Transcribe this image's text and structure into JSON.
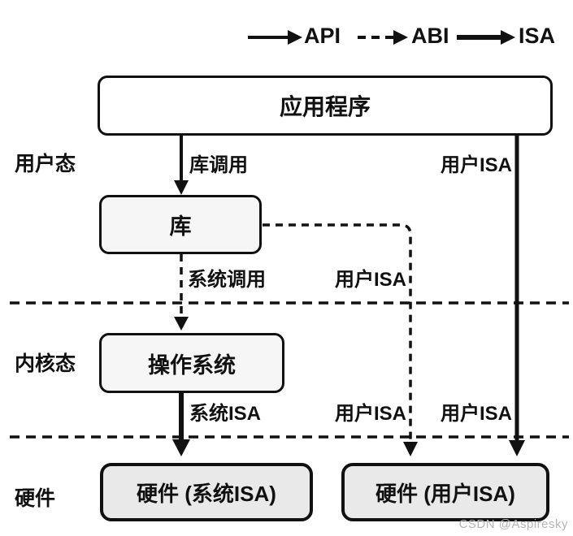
{
  "legend": {
    "items": [
      {
        "label": "API",
        "line_style": "solid"
      },
      {
        "label": "ABI",
        "line_style": "dashed"
      },
      {
        "label": "ISA",
        "line_style": "thick"
      }
    ]
  },
  "layer_labels": {
    "user_mode": "用户态",
    "kernel_mode": "内核态",
    "hardware": "硬件"
  },
  "boxes": {
    "application": "应用程序",
    "library": "库",
    "operating_system": "操作系统",
    "hardware_system_isa": "硬件 (系统ISA)",
    "hardware_user_isa": "硬件 (用户ISA)"
  },
  "edge_labels": {
    "library_call": "库调用",
    "user_isa_from_app": "用户ISA",
    "system_call": "系统调用",
    "user_isa_from_library": "用户ISA",
    "system_isa": "系统ISA",
    "user_isa_above_hw_left": "用户ISA",
    "user_isa_above_hw_right": "用户ISA"
  },
  "watermark": "CSDN @Aspiresky",
  "colors": {
    "line": "#111111",
    "box_fill_white": "#ffffff",
    "box_fill_gray": "#f6f6f6",
    "box_fill_dark_gray": "#e9e9e9",
    "watermark": "#b5b5b5"
  }
}
